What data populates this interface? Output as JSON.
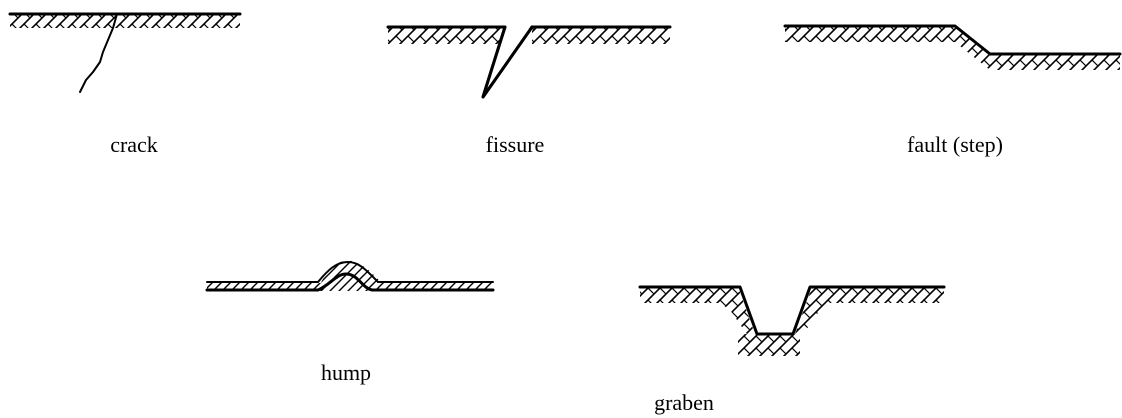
{
  "figures": [
    {
      "id": "crack",
      "label": "crack"
    },
    {
      "id": "fissure",
      "label": "fissure"
    },
    {
      "id": "fault",
      "label": "fault (step)"
    },
    {
      "id": "hump",
      "label": "hump"
    },
    {
      "id": "graben",
      "label": "graben"
    }
  ],
  "colors": {
    "ink": "#000000",
    "background": "#ffffff"
  }
}
